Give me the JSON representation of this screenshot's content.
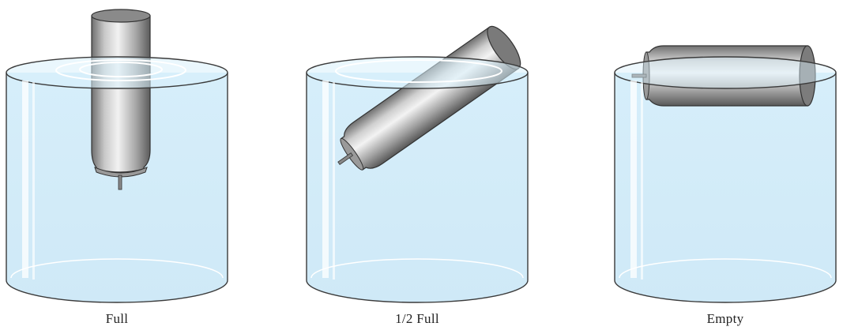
{
  "figure": {
    "panels": [
      {
        "label": "Full",
        "fill_state": "full"
      },
      {
        "label": "1/2 Full",
        "fill_state": "half"
      },
      {
        "label": "Empty",
        "fill_state": "empty"
      }
    ]
  },
  "colors": {
    "water": "#d3ecf9",
    "water_surface": "#d9f0fb",
    "glass_edge": "#3a3a3a",
    "can_metal": "#a9a9a9",
    "can_highlight": "#efefef",
    "can_shadow": "#555555",
    "text": "#222222"
  }
}
